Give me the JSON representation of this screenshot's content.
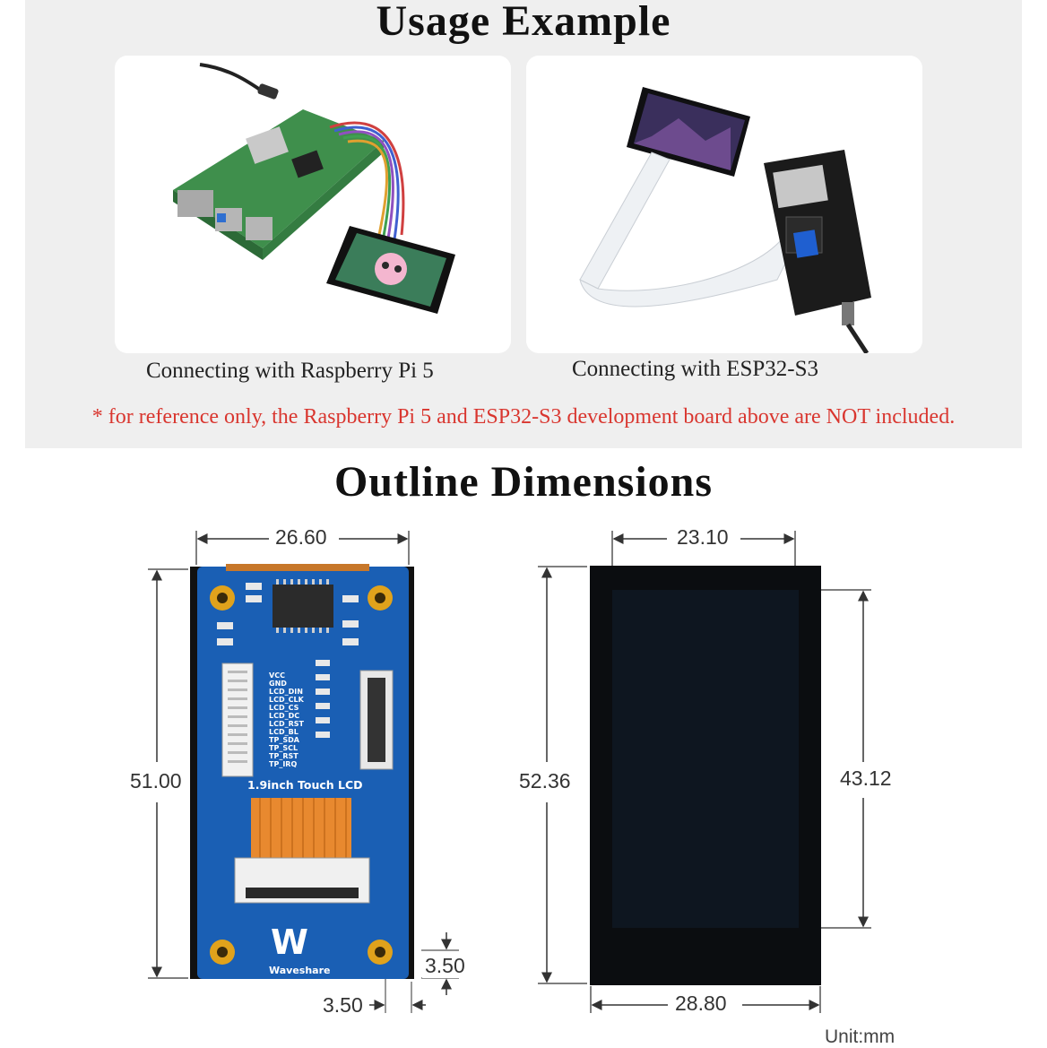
{
  "usage": {
    "title": "Usage Example",
    "left_caption": "Connecting with Raspberry Pi 5",
    "right_caption": "Connecting with ESP32-S3",
    "note": "* for reference only, the Raspberry Pi 5 and ESP32-S3 development board above are NOT included."
  },
  "outline": {
    "title": "Outline Dimensions",
    "front": {
      "width": "26.60",
      "height": "51.00",
      "hole_offset_x": "3.50",
      "hole_offset_y": "3.50",
      "board_label": "1.9inch Touch LCD",
      "brand": "Waveshare",
      "pins": [
        "VCC",
        "GND",
        "LCD_DIN",
        "LCD_CLK",
        "LCD_CS",
        "LCD_DC",
        "LCD_RST",
        "LCD_BL",
        "TP_SDA",
        "TP_SCL",
        "TP_RST",
        "TP_IRQ"
      ]
    },
    "back": {
      "active_width": "23.10",
      "panel_height": "52.36",
      "active_height": "43.12",
      "panel_width": "28.80"
    },
    "unit": "Unit:mm"
  },
  "colors": {
    "pcb_blue": "#1a5fb4",
    "note_red": "#d9362f",
    "panel_black": "#0b0d10",
    "flex_orange": "#e8892f"
  }
}
